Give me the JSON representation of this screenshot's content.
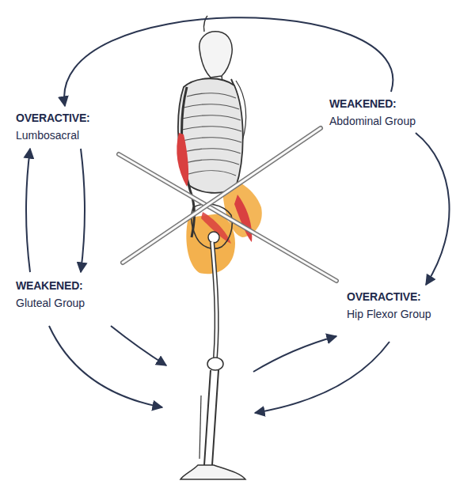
{
  "diagram": {
    "nodes": [
      {
        "text": [
          "OVERACTIVE:",
          "Lumbosacral"
        ]
      },
      {
        "text": [
          "WEAKENED:",
          "Abdominal Group"
        ]
      },
      {
        "text": [
          "WEAKENED:",
          "Gluteal Group"
        ]
      },
      {
        "text": [
          "OVERACTIVE:",
          "Hip Flexor Group"
        ]
      }
    ],
    "edges": [
      {
        "from": 1,
        "to": 0,
        "arrow": "to"
      },
      {
        "from": 1,
        "to": 3,
        "arrow": "to"
      },
      {
        "from": 0,
        "to": 2,
        "arrow": "to"
      },
      {
        "from": 2,
        "to": 0,
        "arrow": "to"
      }
    ]
  }
}
